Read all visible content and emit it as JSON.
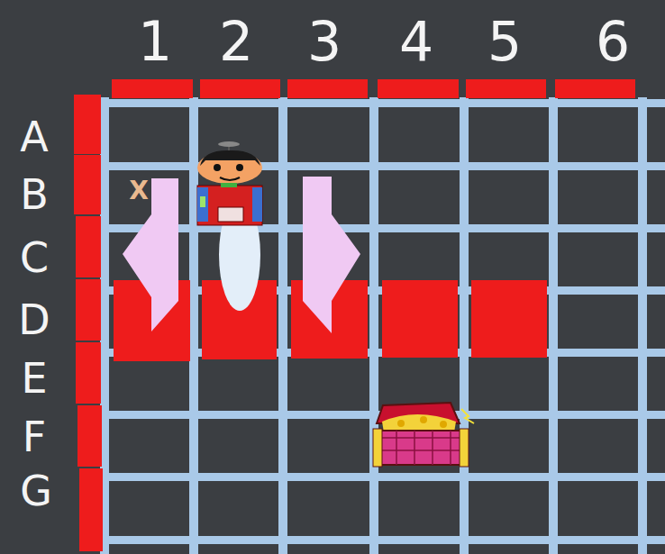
{
  "diagram": {
    "labels": [
      "1",
      "2",
      "3",
      "4",
      "5",
      "6",
      "A",
      "B",
      "C",
      "D",
      "E",
      "F",
      "G",
      "X"
    ]
  }
}
